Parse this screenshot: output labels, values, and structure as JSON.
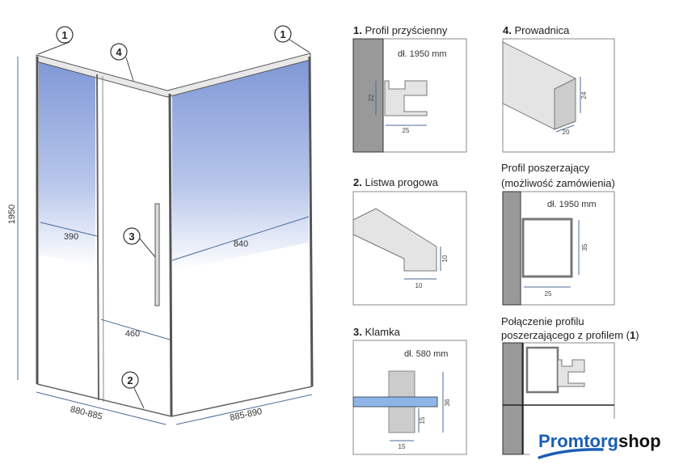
{
  "enclosure": {
    "callouts": [
      "1",
      "4",
      "1",
      "3",
      "2"
    ],
    "dimensions": {
      "height": "1950",
      "fixed_panel_width": "390",
      "side_panel_width": "840",
      "door_opening": "460",
      "front_width": "880-885",
      "side_width": "885-890"
    },
    "glass_color": "#8fa6dc"
  },
  "panels": {
    "p1": {
      "num": "1.",
      "title": "Profil przyścienny",
      "length": "dł. 1950 mm",
      "dims": [
        "22",
        "25"
      ]
    },
    "p4": {
      "num": "4.",
      "title": "Prowadnica",
      "dims": [
        "24",
        "20"
      ]
    },
    "p2": {
      "num": "2.",
      "title": "Listwa progowa",
      "dims": [
        "10",
        "10"
      ]
    },
    "pp": {
      "title_line1": "Profil poszerzający",
      "title_line2": "(możliwość zamówienia)",
      "length": "dł. 1950 mm",
      "dims": [
        "35",
        "25"
      ]
    },
    "p3": {
      "num": "3.",
      "title": "Klamka",
      "length": "dł. 580 mm",
      "dims": [
        "36",
        "15",
        "15"
      ]
    },
    "pc": {
      "title_line1": "Połączenie profilu",
      "title_line2_pre": "poszerzającego z profilem (",
      "title_line2_num": "1",
      "title_line2_post": ")"
    }
  },
  "logo": {
    "part1": "Promtorg",
    "part2": "shop",
    "color": "#1a5fb4"
  }
}
